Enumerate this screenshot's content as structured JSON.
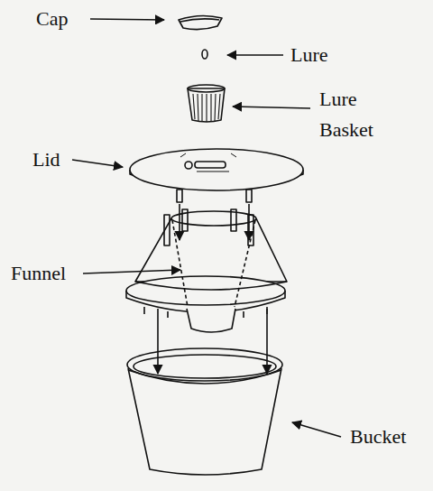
{
  "diagram": {
    "labels": [
      "Cap",
      "Lure",
      "Lure Basket",
      "Lid",
      "Funnel",
      "Bucket"
    ]
  }
}
